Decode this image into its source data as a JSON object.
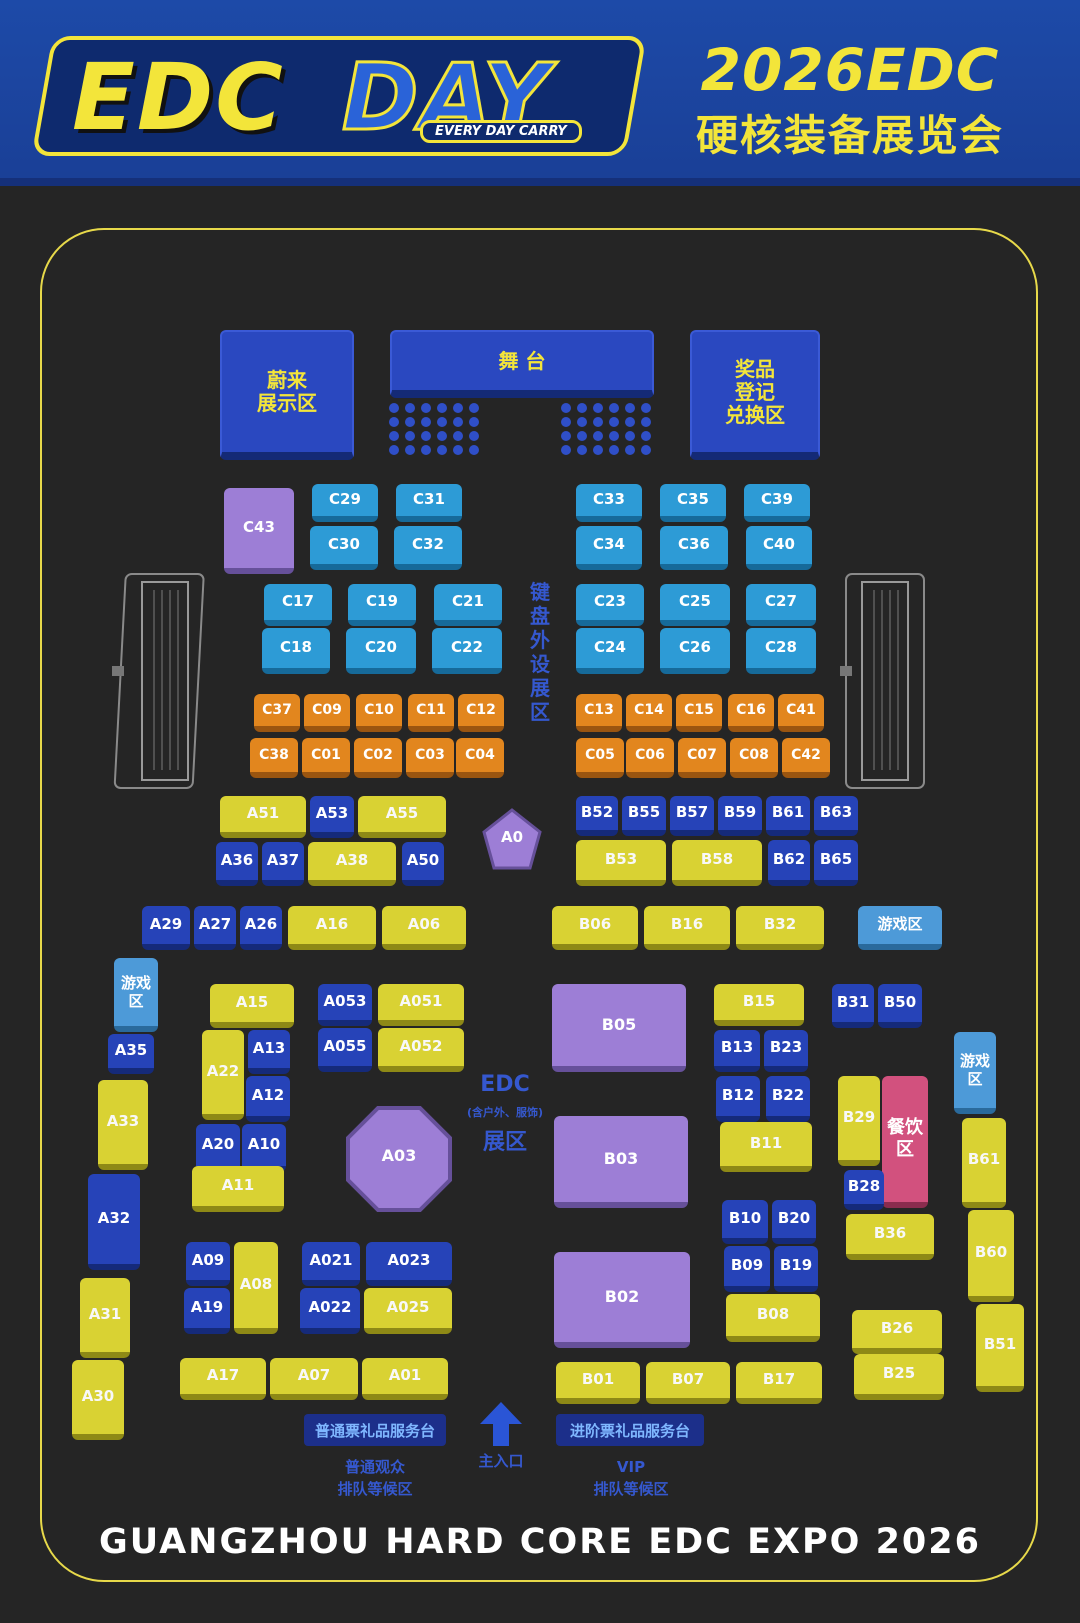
{
  "header": {
    "logo_word_1": "EDC",
    "logo_word_2": "DAY",
    "logo_tagline": "EVERY DAY CARRY",
    "title_line_1": "2026EDC",
    "title_line_2": "硬核装备展览会"
  },
  "areas": {
    "nio_showroom": "蔚来\n展示区",
    "stage": "舞 台",
    "prize_exchange": "奖品\n登记\n兑换区",
    "keyboard_zone": "键盘外设展区",
    "edc_zone_title": "EDC",
    "edc_zone_sub": "(含户外、服饰)",
    "edc_zone_area": "展区",
    "game_zone": "游戏区",
    "game_zone_left": "游戏区",
    "game_zone_right": "游戏区",
    "food_zone": "餐饮区"
  },
  "booths": {
    "c_blue": [
      "C43",
      "C29",
      "C31",
      "C30",
      "C32",
      "C33",
      "C35",
      "C39",
      "C34",
      "C36",
      "C40",
      "C17",
      "C19",
      "C21",
      "C18",
      "C20",
      "C22",
      "C23",
      "C25",
      "C27",
      "C24",
      "C26",
      "C28"
    ],
    "c_orange": [
      "C37",
      "C09",
      "C10",
      "C11",
      "C12",
      "C38",
      "C01",
      "C02",
      "C03",
      "C04",
      "C13",
      "C14",
      "C15",
      "C16",
      "C41",
      "C05",
      "C06",
      "C07",
      "C08",
      "C42"
    ],
    "a_row_top": [
      "A51",
      "A53",
      "A55",
      "A36",
      "A37",
      "A38",
      "A50",
      "A0"
    ],
    "b_row_top": [
      "B52",
      "B55",
      "B57",
      "B59",
      "B61",
      "B63",
      "B53",
      "B58",
      "B62",
      "B65"
    ],
    "row_mid": [
      "A29",
      "A27",
      "A26",
      "A16",
      "A06",
      "B06",
      "B16",
      "B32"
    ],
    "a_left": [
      "A35",
      "A33",
      "A32",
      "A31",
      "A30"
    ],
    "a_block_1": [
      "A15",
      "A22",
      "A13",
      "A12",
      "A20",
      "A10",
      "A11"
    ],
    "a_block_2": [
      "A053",
      "A051",
      "A055",
      "A052",
      "A03"
    ],
    "a_block_3": [
      "A09",
      "A08",
      "A19",
      "A021",
      "A023",
      "A022",
      "A025"
    ],
    "a_bottom": [
      "A17",
      "A07",
      "A01"
    ],
    "b_center": [
      "B05",
      "B03",
      "B02"
    ],
    "b_block_1": [
      "B15",
      "B13",
      "B23",
      "B12",
      "B22",
      "B11"
    ],
    "b_block_2": [
      "B10",
      "B20",
      "B09",
      "B19",
      "B08"
    ],
    "b_bottom": [
      "B01",
      "B07",
      "B17"
    ],
    "b_right": [
      "B31",
      "B50",
      "B29",
      "B28",
      "B36",
      "B26",
      "B25",
      "B61",
      "B60",
      "B51"
    ]
  },
  "service": {
    "general_desk": "普通票礼品服务台",
    "general_queue": "普通观众\n排队等候区",
    "main_entrance": "主入口",
    "vip_desk": "进阶票礼品服务台",
    "vip_queue": "VIP\n排队等候区"
  },
  "footer": "GUANGZHOU HARD CORE EDC EXPO 2026",
  "colors": {
    "banner": "#1d4aa8",
    "accent_yellow": "#f3e53a",
    "keyboard_booth": "#2d9bd6",
    "orange_booth": "#e2861e",
    "yellow_booth": "#d9d233",
    "blue_booth": "#2643b8",
    "purple_booth": "#9d7ed6",
    "food_zone": "#d2517e",
    "background": "#252525"
  },
  "icons": [
    "escalator-icon",
    "entrance-arrow-icon",
    "seat-dots-icon"
  ]
}
